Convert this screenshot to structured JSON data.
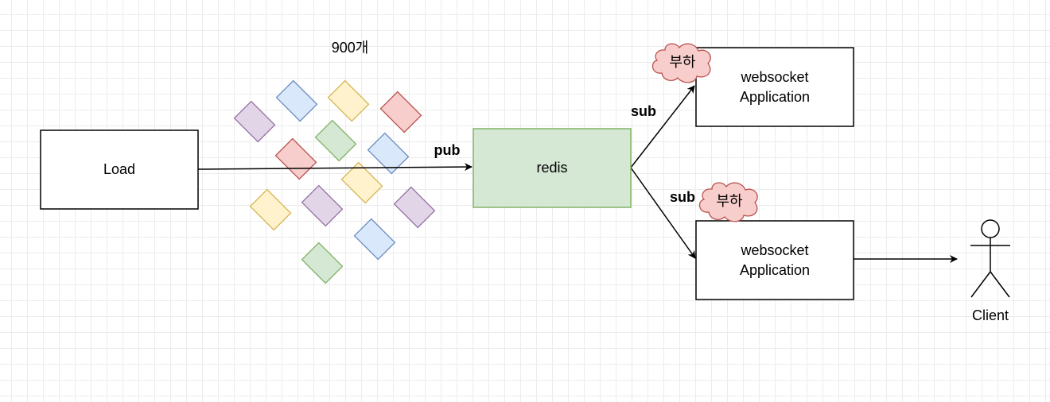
{
  "nodes": {
    "load": {
      "label": "Load"
    },
    "redis": {
      "label": "redis"
    },
    "ws_top": {
      "label_line1": "websocket",
      "label_line2": "Application"
    },
    "ws_bottom": {
      "label_line1": "websocket",
      "label_line2": "Application"
    },
    "client": {
      "label": "Client"
    }
  },
  "edges": {
    "pub": "pub",
    "sub_top": "sub",
    "sub_bottom": "sub"
  },
  "annotations": {
    "message_count": "900개",
    "load_cloud_top": "부하",
    "load_cloud_bottom": "부하"
  },
  "colors": {
    "redis_fill": "#d5e8d4",
    "redis_stroke": "#82b366",
    "cloud_fill": "#f8cecc",
    "cloud_stroke": "#b85450",
    "purple_fill": "#e1d5e7",
    "purple_stroke": "#9673a6",
    "blue_fill": "#dae8fc",
    "blue_stroke": "#6c8ebf",
    "yellow_fill": "#fff2cc",
    "yellow_stroke": "#d6b656",
    "red_fill": "#f8cecc",
    "red_stroke": "#b85450",
    "green_fill": "#d5e8d4",
    "green_stroke": "#82b366"
  },
  "message_blocks": [
    {
      "color": "purple"
    },
    {
      "color": "blue"
    },
    {
      "color": "yellow"
    },
    {
      "color": "red"
    },
    {
      "color": "green"
    },
    {
      "color": "red"
    },
    {
      "color": "blue"
    },
    {
      "color": "yellow"
    },
    {
      "color": "yellow"
    },
    {
      "color": "purple"
    },
    {
      "color": "purple"
    },
    {
      "color": "blue"
    },
    {
      "color": "green"
    }
  ]
}
